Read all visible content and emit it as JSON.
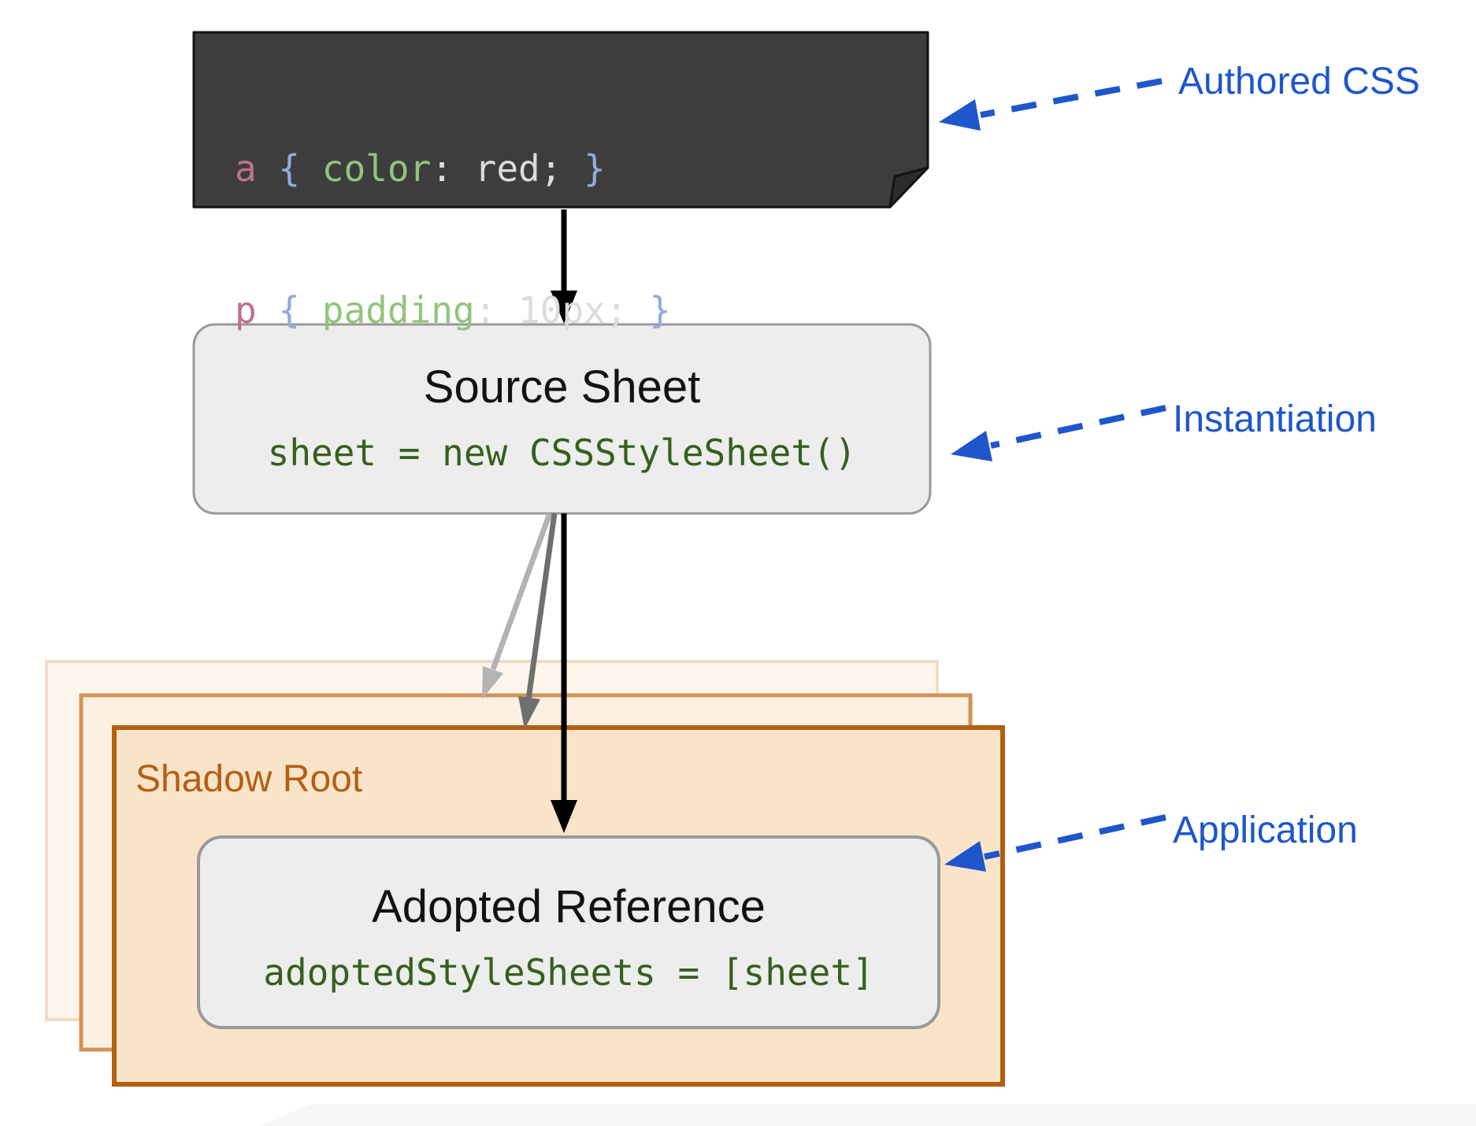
{
  "note": {
    "lines": [
      {
        "tokens": {
          "sel": "a",
          "open": " { ",
          "prop": "color",
          "colon": ": ",
          "value": "red;",
          "close": " }"
        }
      },
      {
        "tokens": {
          "sel": "p",
          "open": " { ",
          "prop": "padding",
          "colon": ": ",
          "value": "10px;",
          "close": " }"
        }
      }
    ]
  },
  "source_sheet": {
    "title": "Source Sheet",
    "code": "sheet = new CSSStyleSheet()"
  },
  "shadow_root": {
    "label": "Shadow Root"
  },
  "adopted_reference": {
    "title": "Adopted Reference",
    "code": "adoptedStyleSheets = [sheet]"
  },
  "callouts": {
    "authored": "Authored CSS",
    "instantiation": "Instantiation",
    "application": "Application"
  },
  "icons": {
    "note_fold": "dog-ear-fold",
    "arrows": [
      "solid-black-arrow",
      "light-gray-arrow",
      "mid-gray-arrow",
      "blue-dashed-arrow"
    ]
  },
  "colors": {
    "accent_blue": "#1e56cb",
    "dark_note_bg": "#3d3d3d",
    "dark_note_fold": "#2c2c2c",
    "outline_black": "#121212",
    "gray_box_fill": "#ededed",
    "gray_box_border": "#999999",
    "code_green": "#35601d",
    "shadow_front_fill": "#fae4c9",
    "shadow_front_border": "#b45f10",
    "shadow_mid_fill": "#fcf0e3",
    "shadow_mid_border": "#d19455",
    "shadow_back_fill": "#fdf5ec",
    "shadow_back_border": "#eedcc5",
    "shadow_root_text": "#b35f12",
    "syntax_selector": "#c0728f",
    "syntax_brace": "#92abdc",
    "syntax_property": "#92c47d",
    "syntax_value": "#dcdcdc",
    "arrow_black": "#000000",
    "arrow_gray_light": "#b3b3b3",
    "arrow_gray_mid": "#6f6f6f",
    "page_shadow": "#f1f1f1"
  }
}
